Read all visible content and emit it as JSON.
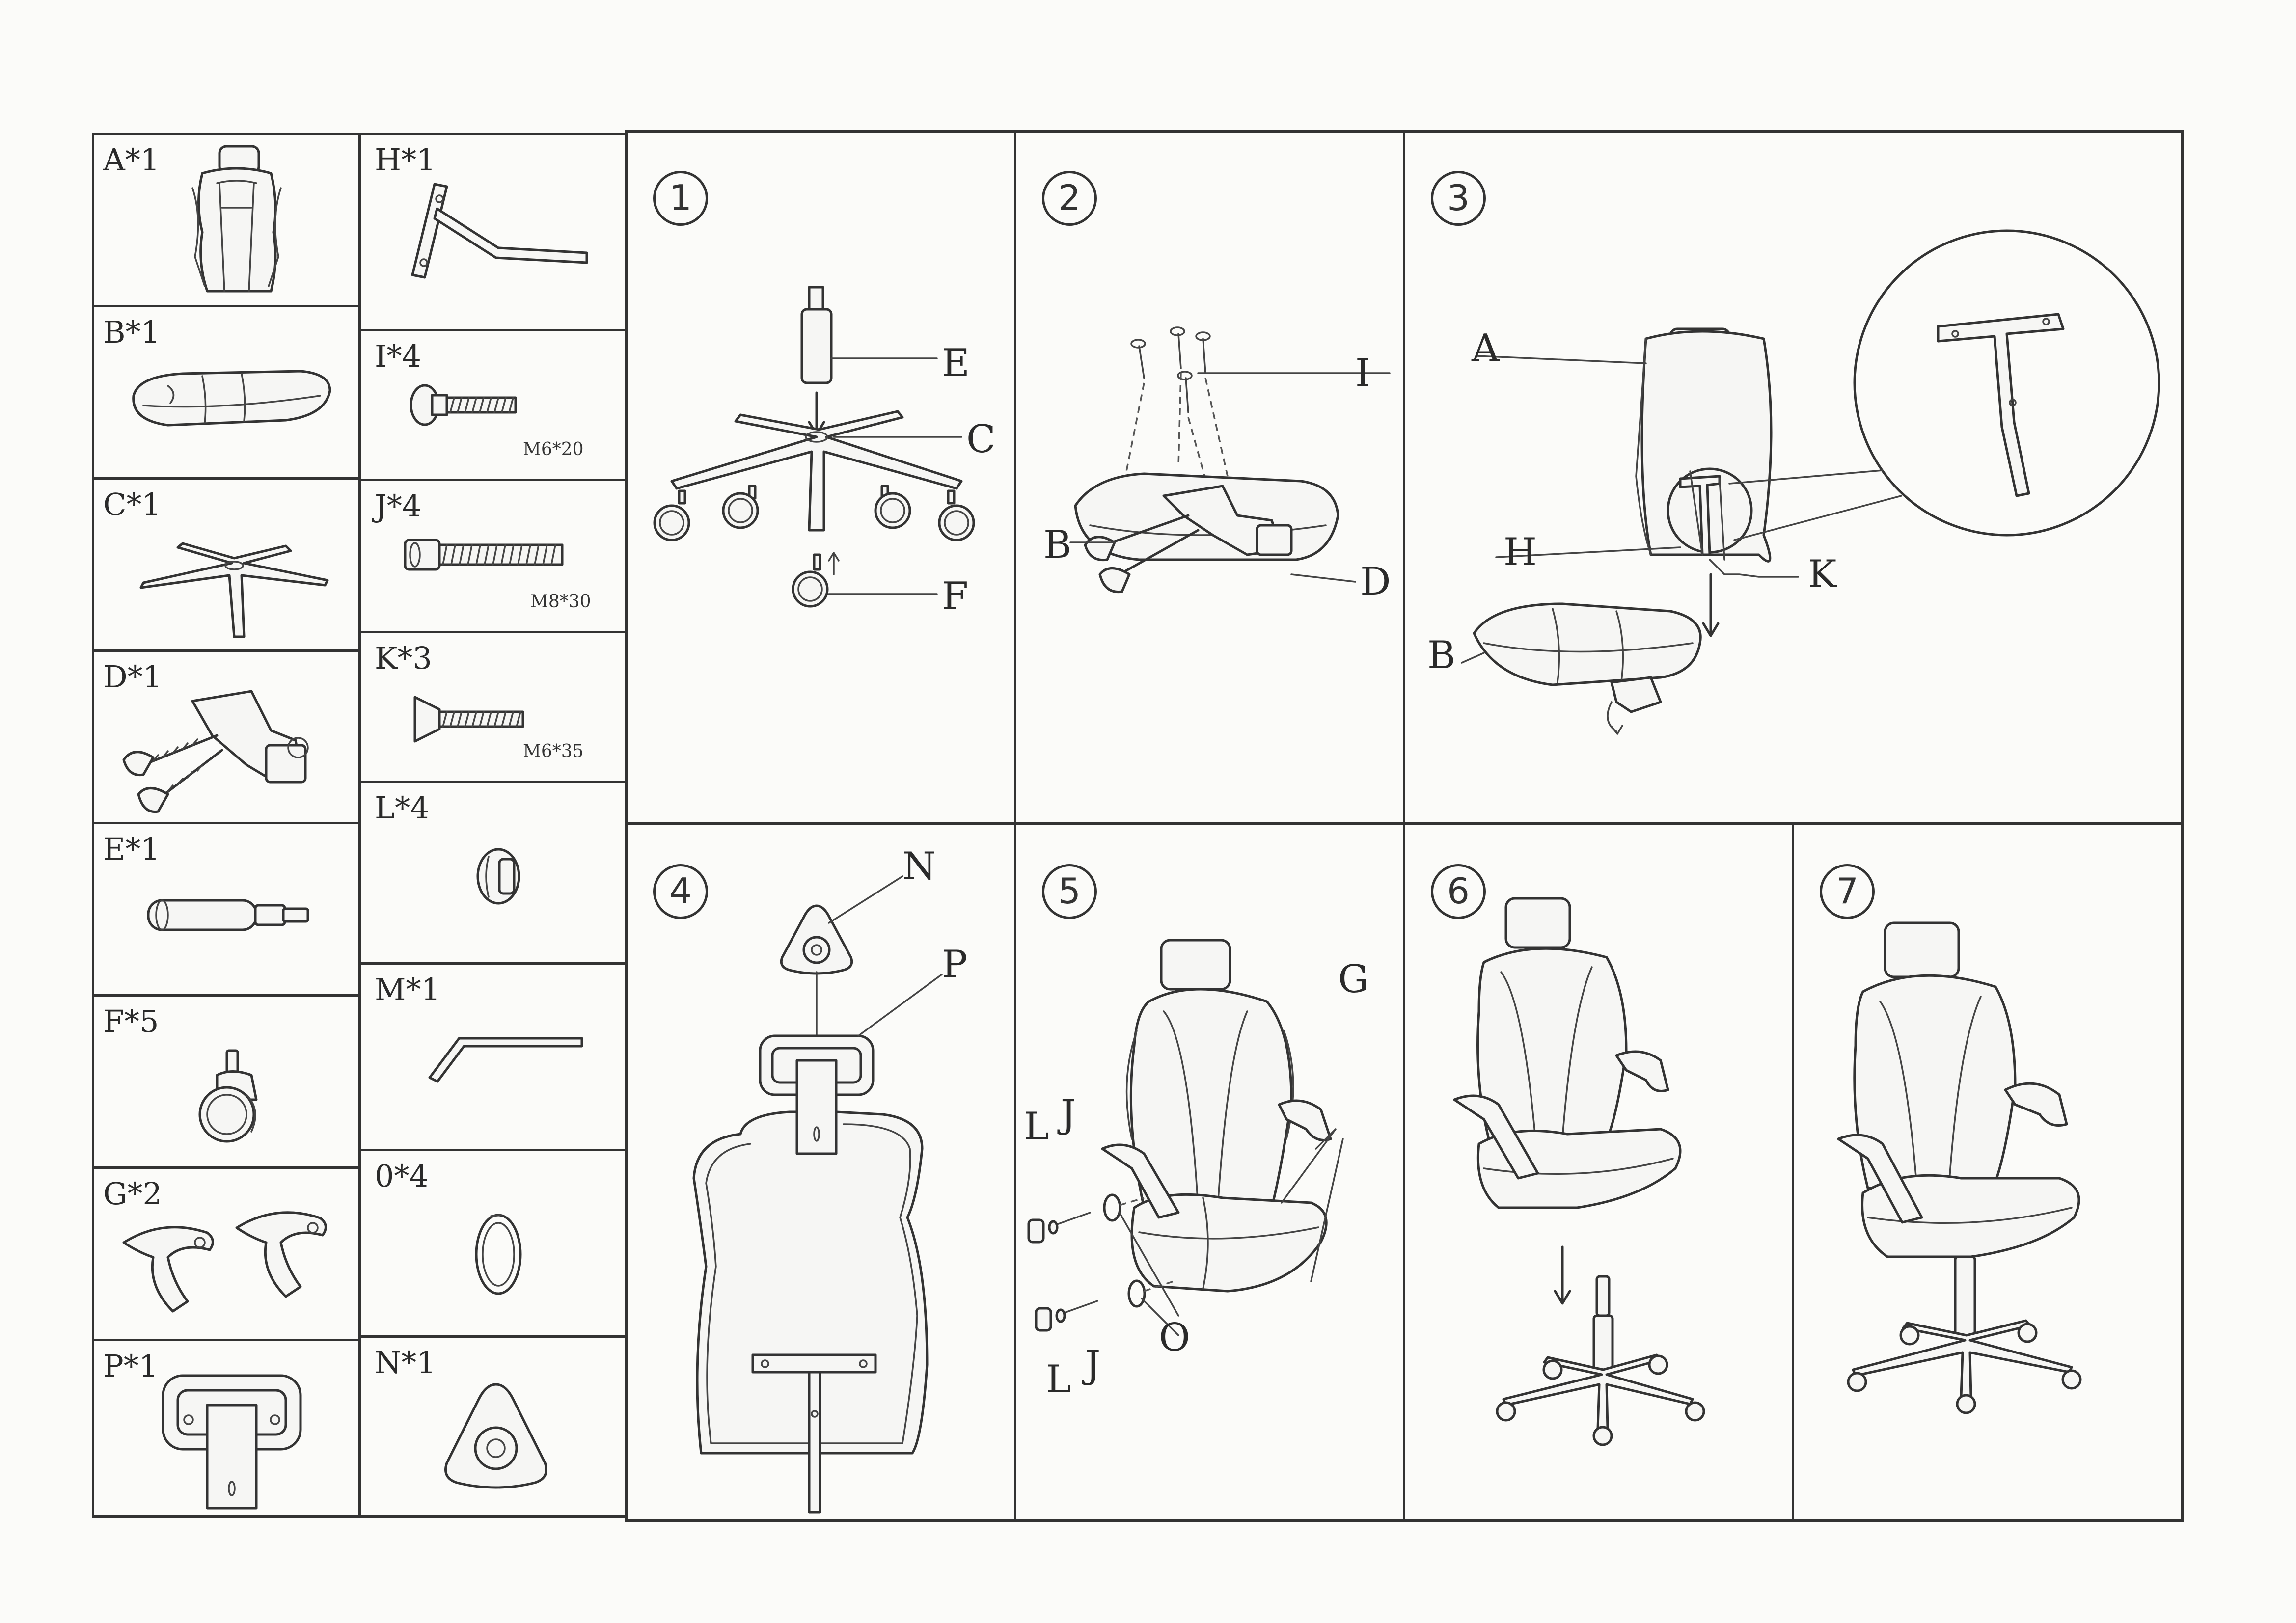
{
  "parts": [
    {
      "id": "A",
      "label": "A*1",
      "name": "backrest"
    },
    {
      "id": "B",
      "label": "B*1",
      "name": "seat"
    },
    {
      "id": "C",
      "label": "C*1",
      "name": "base"
    },
    {
      "id": "D",
      "label": "D*1",
      "name": "mechanism"
    },
    {
      "id": "E",
      "label": "E*1",
      "name": "gas-lift"
    },
    {
      "id": "F",
      "label": "F*5",
      "name": "caster"
    },
    {
      "id": "G",
      "label": "G*2",
      "name": "armrest"
    },
    {
      "id": "P",
      "label": "P*1",
      "name": "headrest-bracket"
    },
    {
      "id": "H",
      "label": "H*1",
      "name": "connector-bracket"
    },
    {
      "id": "I",
      "label": "I*4",
      "name": "bolt",
      "spec": "M6*20"
    },
    {
      "id": "J",
      "label": "J*4",
      "name": "bolt",
      "spec": "M8*30"
    },
    {
      "id": "K",
      "label": "K*3",
      "name": "screw",
      "spec": "M6*35"
    },
    {
      "id": "L",
      "label": "L*4",
      "name": "cap"
    },
    {
      "id": "M",
      "label": "M*1",
      "name": "allen-key"
    },
    {
      "id": "O",
      "label": "0*4",
      "name": "washer"
    },
    {
      "id": "N",
      "label": "N*1",
      "name": "cover"
    }
  ],
  "steps": [
    {
      "number": "1",
      "callouts": {
        "E": "E",
        "C": "C",
        "F": "F"
      }
    },
    {
      "number": "2",
      "callouts": {
        "I": "I",
        "B": "B",
        "D": "D"
      }
    },
    {
      "number": "3",
      "callouts": {
        "A": "A",
        "H": "H",
        "K": "K",
        "B": "B"
      }
    },
    {
      "number": "4",
      "callouts": {
        "N": "N",
        "P": "P"
      }
    },
    {
      "number": "5",
      "callouts": {
        "L1": "L",
        "J1": "J",
        "G": "G",
        "L2": "L",
        "J2": "J",
        "O": "O"
      }
    },
    {
      "number": "6",
      "callouts": {}
    },
    {
      "number": "7",
      "callouts": {}
    }
  ]
}
